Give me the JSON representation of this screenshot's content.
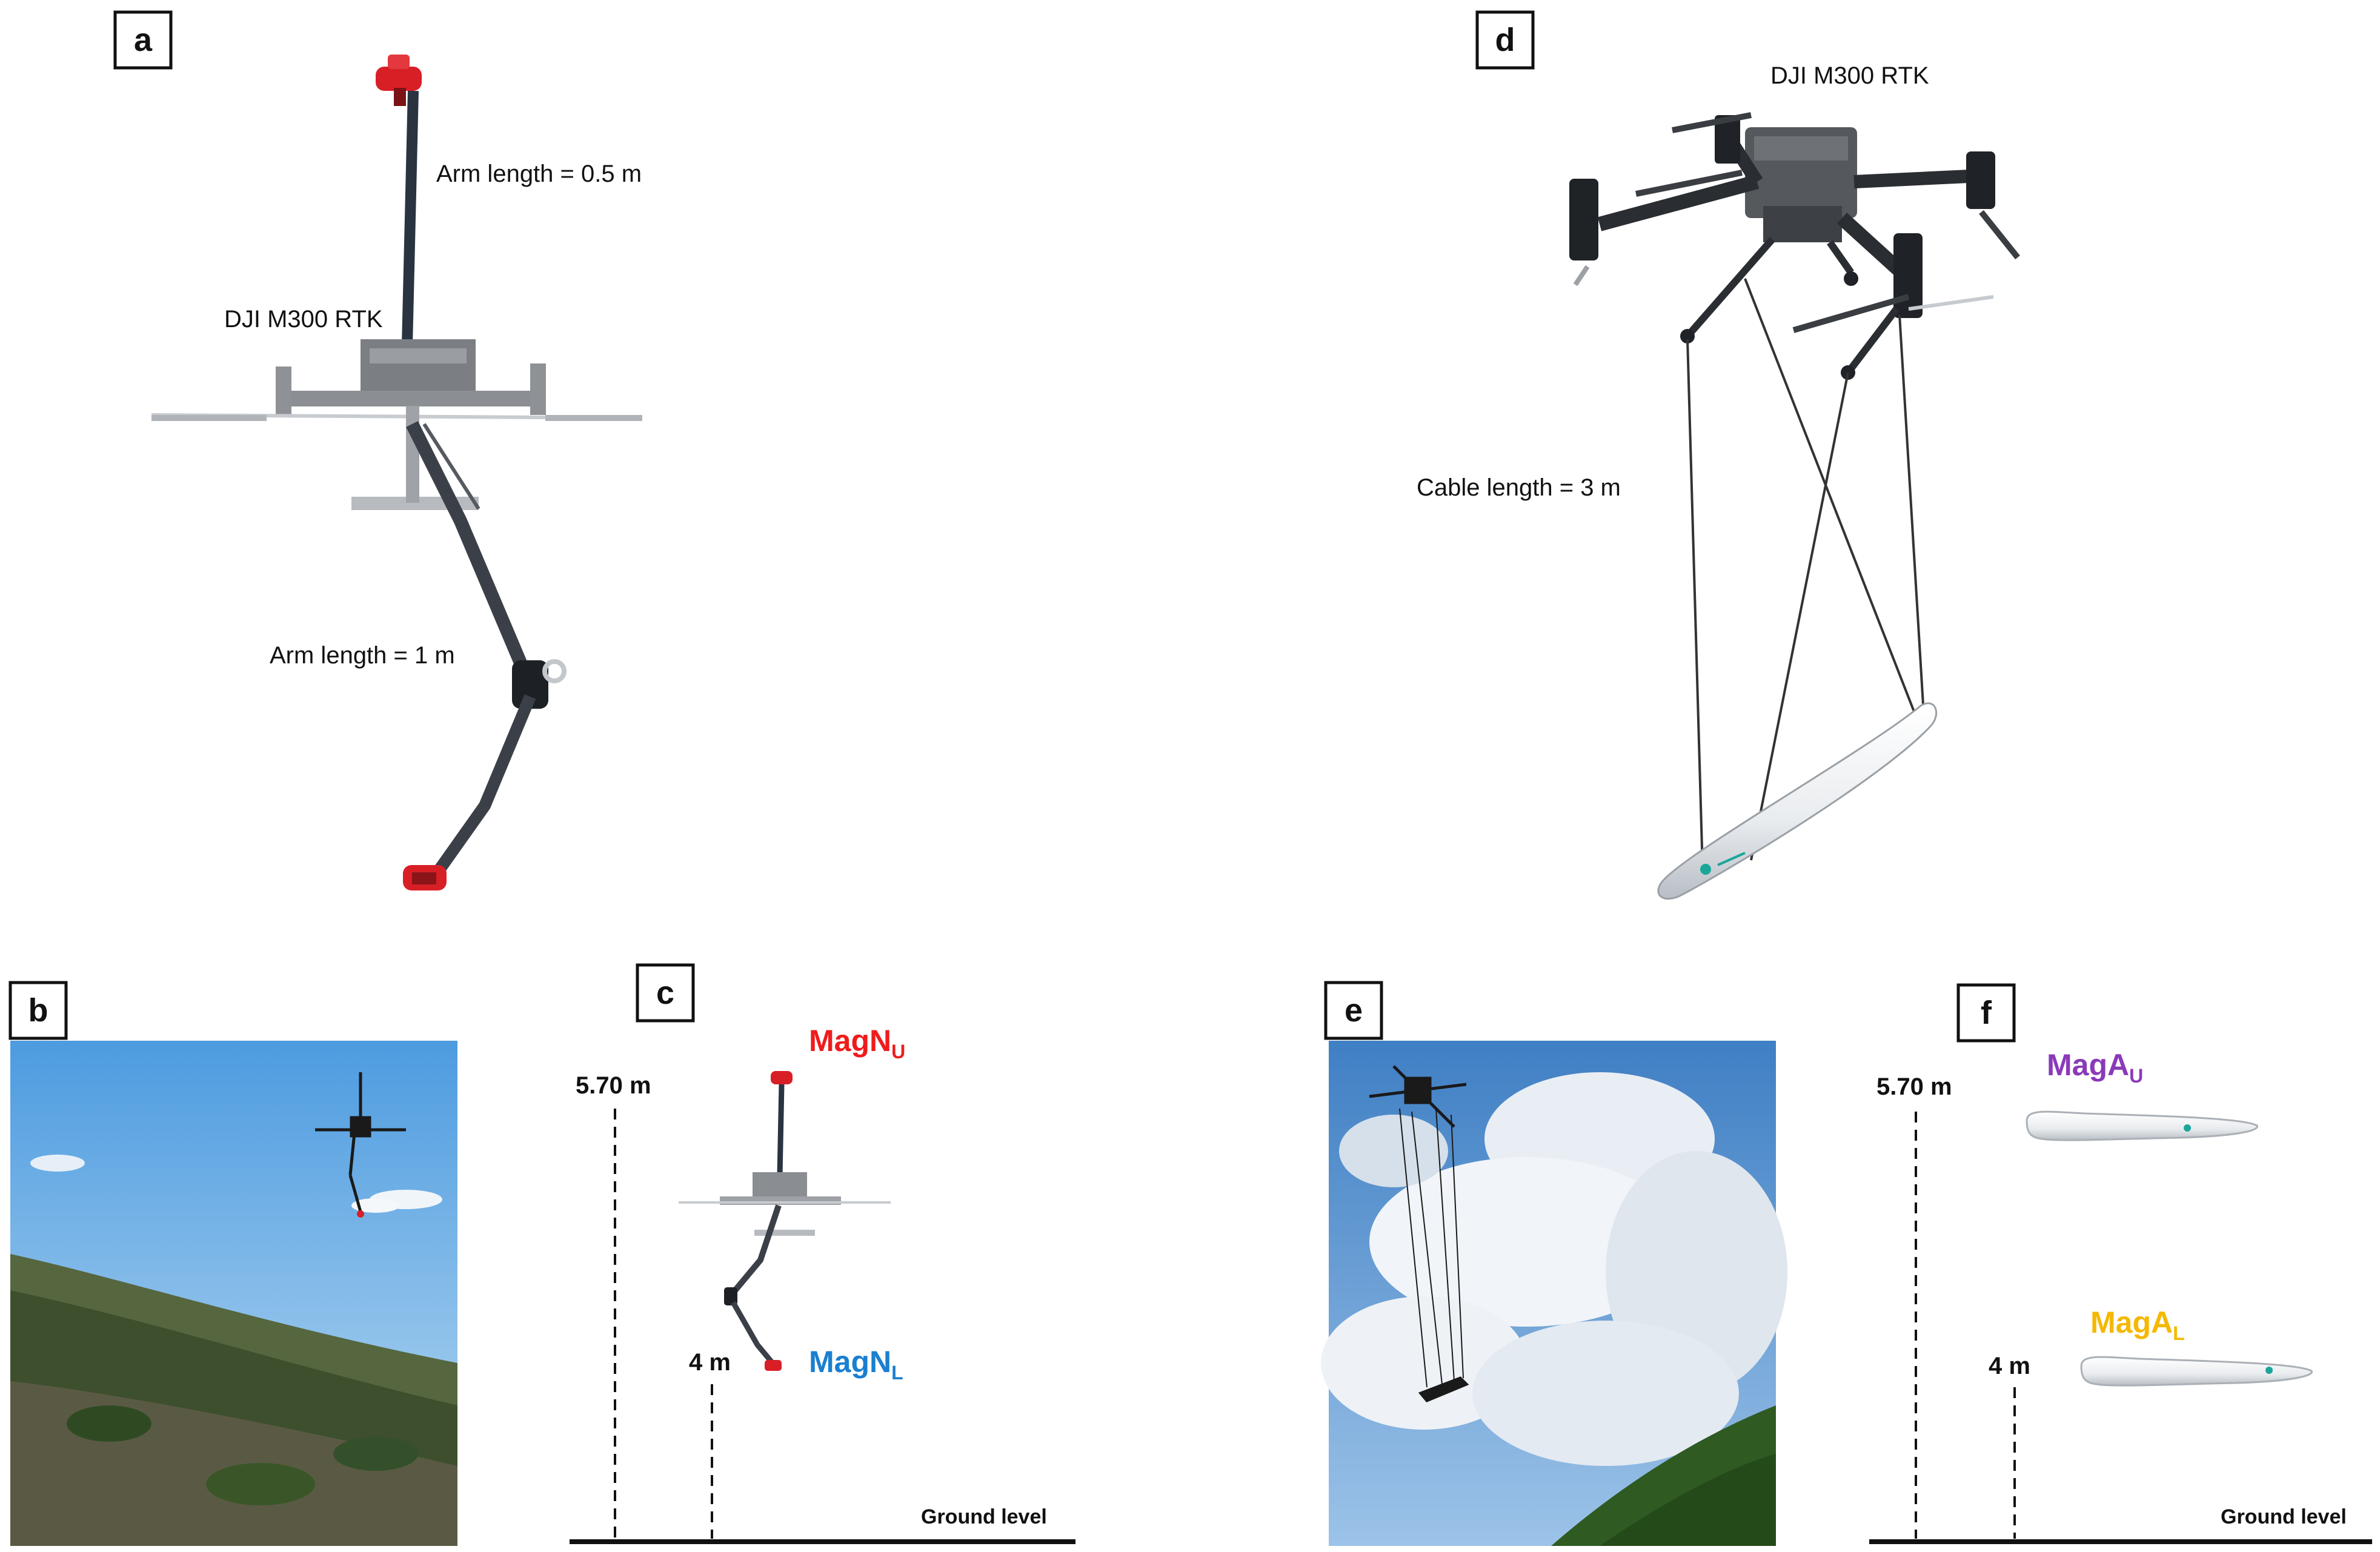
{
  "panels": {
    "a": {
      "letter": "a",
      "drone_label": "DJI M300 RTK",
      "upper_arm_label": "Arm length = 0.5 m",
      "lower_arm_label": "Arm length = 1 m"
    },
    "b": {
      "letter": "b"
    },
    "c": {
      "letter": "c",
      "upper_height": "5.70 m",
      "lower_height": "4 m",
      "ground_label": "Ground level",
      "upper_sensor": {
        "base": "MagN",
        "sub": "U",
        "color": "#ee1c1c"
      },
      "lower_sensor": {
        "base": "MagN",
        "sub": "L",
        "color": "#1a7fd0"
      }
    },
    "d": {
      "letter": "d",
      "drone_label": "DJI M300 RTK",
      "cable_label": "Cable length = 3 m"
    },
    "e": {
      "letter": "e"
    },
    "f": {
      "letter": "f",
      "upper_height": "5.70 m",
      "lower_height": "4 m",
      "ground_label": "Ground level",
      "upper_sensor": {
        "base": "MagA",
        "sub": "U",
        "color": "#8a3ab9"
      },
      "lower_sensor": {
        "base": "MagA",
        "sub": "L",
        "color": "#f5b800"
      }
    }
  },
  "colors": {
    "sensor_red": "#d81f26",
    "sky": "#5aa7e0",
    "hill": "#3e5a2a"
  }
}
